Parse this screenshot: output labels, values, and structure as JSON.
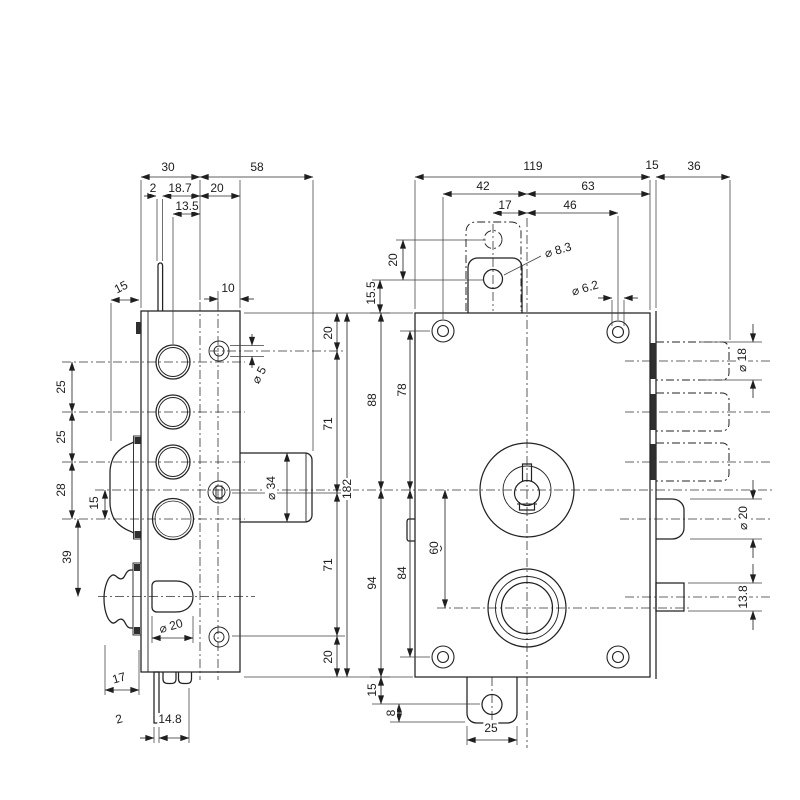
{
  "colors": {
    "outline": "#222222",
    "thin": "#3f3f3f",
    "center": "#333333",
    "bg": "#ffffff"
  },
  "dims": {
    "d30": "30",
    "d58": "58",
    "d2": "2",
    "d18_7": "18.7",
    "d20a": "20",
    "d13_5": "13.5",
    "d10": "10",
    "d15_top": "15",
    "d25a": "25",
    "d25b": "25",
    "d28": "28",
    "d15_mid": "15",
    "d39": "39",
    "dia5": "⌀ 5",
    "dia34": "⌀ 34",
    "dia20_latch": "⌀ 20",
    "d17_left": "17",
    "d2b": "2",
    "d14_8": "14.8",
    "d20_right_top": "20",
    "d71_top": "71",
    "d182": "182",
    "d71_bottom": "71",
    "d20_right_bottom": "20",
    "d119": "119",
    "d15_plate": "15",
    "d36": "36",
    "d42": "42",
    "d63": "63",
    "d17_tab": "17",
    "d46": "46",
    "dia8_3": "⌀ 8.3",
    "dia6_2": "⌀ 6.2",
    "d20_tab": "20",
    "d15_5": "15.5",
    "d88": "88",
    "d78": "78",
    "d94": "94",
    "d84": "84",
    "d60": "60",
    "d15_bottom": "15",
    "d8": "8",
    "d25_tab": "25",
    "dia18": "⌀ 18",
    "dia20_bolt": "⌀ 20",
    "d13_8": "13.8"
  }
}
